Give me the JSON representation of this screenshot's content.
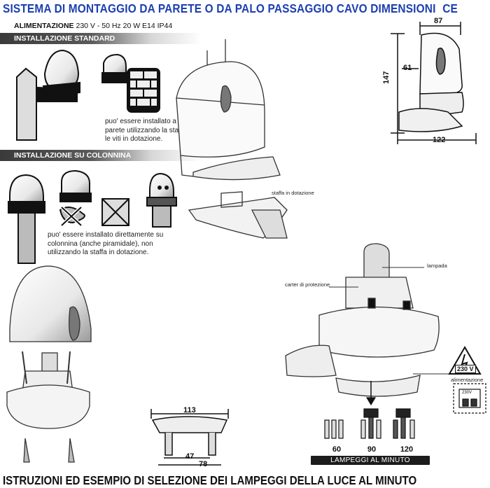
{
  "header": {
    "title": "SISTEMA DI MONTAGGIO DA PARETE O DA PALO PASSAGGIO CAVO DIMENSIONI",
    "ce_mark": "CE"
  },
  "supply": {
    "label": "ALIMENTAZIONE",
    "value": "230 V - 50 Hz 20 W E14 IP44"
  },
  "sections": {
    "standard": {
      "title": "INSTALLAZIONE STANDARD",
      "note": "puo' essere installato a parete utilizzando la staffa e le viti in dotazione."
    },
    "column": {
      "title": "INSTALLAZIONE SU COLONNINA",
      "note": "puo' essere installato direttamente su colonnina (anche piramidale), non utilizzando la staffa in dotazione."
    }
  },
  "callouts": {
    "bracket": "staffa in dotazione",
    "lamp": "lampada",
    "cover": "carter di protezione",
    "power": "alimentazione",
    "voltage": "230 V",
    "terminal": "230V"
  },
  "dimensions": {
    "width_top": "87",
    "inner": "61",
    "height": "147",
    "base": "122",
    "bracket_width": "113",
    "hole_spacing": "47",
    "bracket_depth": "78"
  },
  "flash": {
    "options": [
      "60",
      "90",
      "120"
    ],
    "label": "LAMPEGGI AL MINUTO"
  },
  "footer": {
    "title": "ISTRUZIONI ED ESEMPIO DI SELEZIONE DEI LAMPEGGI DELLA LUCE AL MINUTO"
  },
  "colors": {
    "title_blue": "#1d3fb0",
    "bar_dark": "#3a3a3a",
    "ink": "#111111"
  }
}
